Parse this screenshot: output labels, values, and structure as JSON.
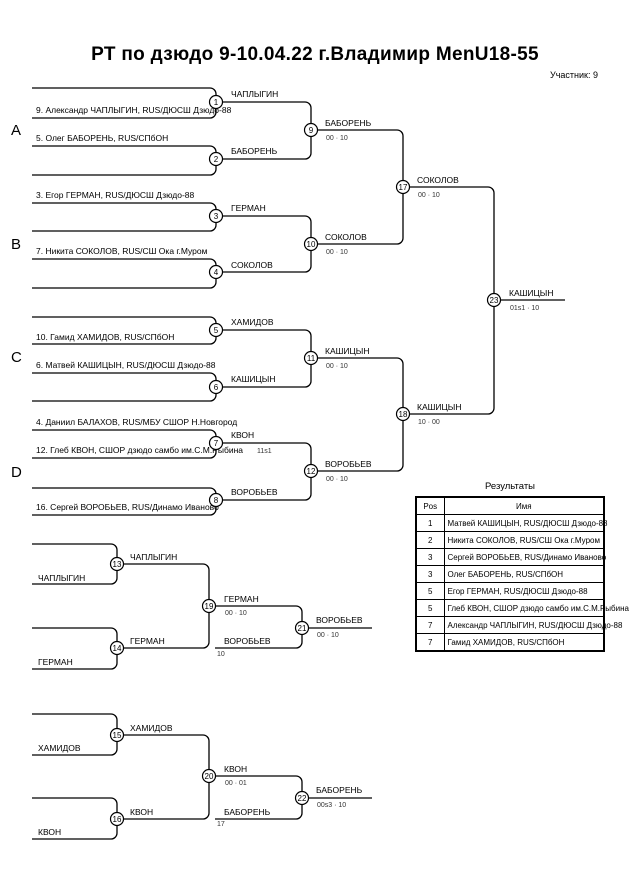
{
  "title": "РТ по дзюдо  9-10.04.22  г.Владимир   MenU18-55",
  "participants": "Участник: 9",
  "pools": [
    "A",
    "B",
    "C",
    "D"
  ],
  "entries": [
    "9. Александр ЧАПЛЫГИН, RUS/ДЮСШ Дзюдо-88",
    "5. Олег БАБОРЕНЬ, RUS/СПбОН",
    "3. Егор ГЕРМАН, RUS/ДЮСШ Дзюдо-88",
    "7. Никита СОКОЛОВ, RUS/СШ Ока г.Муром",
    "10. Гамид ХАМИДОВ, RUS/СПбОН",
    "6. Матвей КАШИЦЫН, RUS/ДЮСШ Дзюдо-88",
    "4. Даниил БАЛАХОВ, RUS/МБУ СШОР Н.Новгород",
    "12. Глеб КВОН, СШОР дзюдо самбо им.С.М.Рыбина",
    "16. Сергей ВОРОБЬЕВ, RUS/Динамо Иваново"
  ],
  "match_numbers": [
    "1",
    "2",
    "3",
    "4",
    "5",
    "6",
    "7",
    "8",
    "9",
    "10",
    "11",
    "12",
    "17",
    "18",
    "23",
    "13",
    "14",
    "19",
    "21",
    "15",
    "16",
    "20",
    "22"
  ],
  "match_winners": {
    "m1": "ЧАПЛЫГИН",
    "m2": "БАБОРЕНЬ",
    "m3": "ГЕРМАН",
    "m4": "СОКОЛОВ",
    "m5": "ХАМИДОВ",
    "m6": "КАШИЦЫН",
    "m7": "КВОН",
    "m8": "ВОРОБЬЕВ",
    "m9": "БАБОРЕНЬ",
    "m10": "СОКОЛОВ",
    "m11": "КАШИЦЫН",
    "m12": "ВОРОБЬЕВ",
    "m17": "СОКОЛОВ",
    "m18": "КАШИЦЫН",
    "m23": "КАШИЦЫН",
    "m19": "ГЕРМАН",
    "m19b": "ВОРОБЬЕВ",
    "m21": "ВОРОБЬЕВ",
    "m20": "КВОН",
    "m20b": "БАБОРЕНЬ",
    "m22": "БАБОРЕНЬ"
  },
  "scores": {
    "m7": "11s1",
    "m9": "00 · 10",
    "m10": "00 · 10",
    "m11": "00 · 10",
    "m12": "00 · 10",
    "m17": "00 · 10",
    "m18": "10 · 00",
    "m23": "01s1 · 10",
    "m19": "00 · 10",
    "m19b": "10",
    "m21": "00 · 10",
    "m20": "00 · 01",
    "m20b": "17",
    "m22": "00s3 · 10"
  },
  "repechage": {
    "r13a": "ЧАПЛЫГИН",
    "r13b": "ЧАПЛЫГИН",
    "r14a": "ГЕРМАН",
    "r14b": "ГЕРМАН",
    "r15a": "ХАМИДОВ",
    "r15b": "ХАМИДОВ",
    "r16a": "КВОН",
    "r16b": "КВОН"
  },
  "results": {
    "title": "Результаты",
    "header": [
      "Pos",
      "Имя"
    ],
    "rows": [
      [
        "1",
        "Матвей КАШИЦЫН, RUS/ДЮСШ Дзюдо-88"
      ],
      [
        "2",
        "Никита СОКОЛОВ, RUS/СШ Ока г.Муром"
      ],
      [
        "3",
        "Сергей ВОРОБЬЕВ, RUS/Динамо Иваново"
      ],
      [
        "3",
        "Олег БАБОРЕНЬ, RUS/СПбОН"
      ],
      [
        "5",
        "Егор ГЕРМАН, RUS/ДЮСШ Дзюдо-88"
      ],
      [
        "5",
        "Глеб КВОН, СШОР дзюдо самбо им.С.М.Рыбина"
      ],
      [
        "7",
        "Александр ЧАПЛЫГИН, RUS/ДЮСШ Дзюдо-88"
      ],
      [
        "7",
        "Гамид ХАМИДОВ, RUS/СПбОН"
      ]
    ]
  }
}
